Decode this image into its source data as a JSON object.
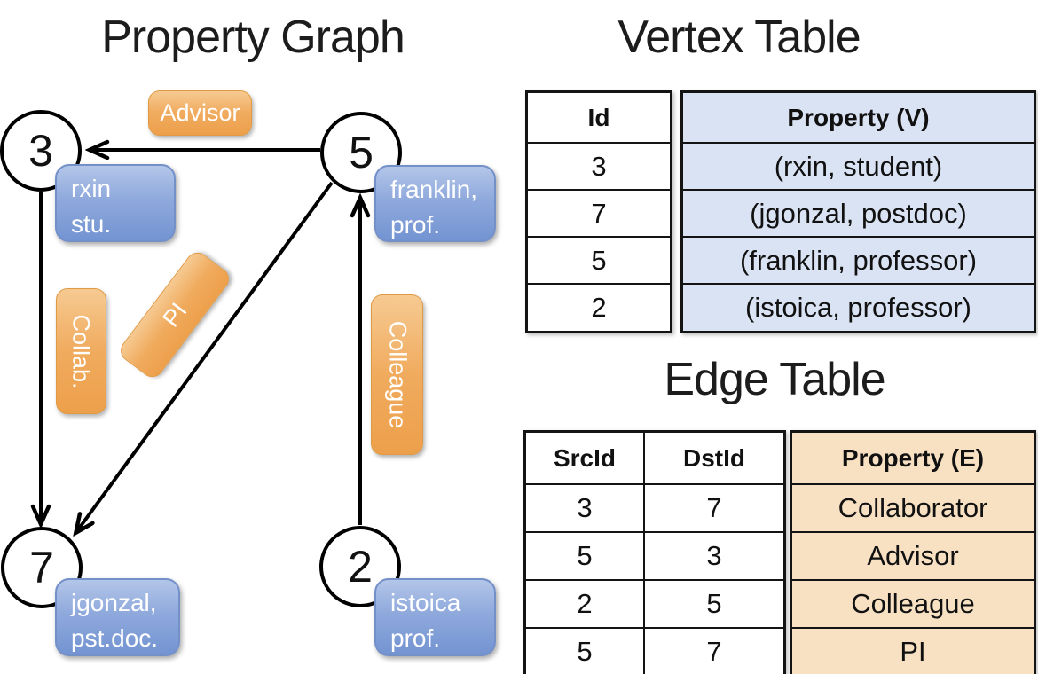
{
  "graph": {
    "title": "Property Graph",
    "nodes": [
      {
        "id": "3",
        "line1": "rxin",
        "line2": "stu."
      },
      {
        "id": "5",
        "line1": "franklin,",
        "line2": "prof."
      },
      {
        "id": "7",
        "line1": "jgonzal,",
        "line2": "pst.doc."
      },
      {
        "id": "2",
        "line1": "istoica",
        "line2": "prof."
      }
    ],
    "edges": [
      {
        "label": "Advisor",
        "from": "5",
        "to": "3"
      },
      {
        "label": "Collab.",
        "from": "3",
        "to": "7"
      },
      {
        "label": "PI",
        "from": "5",
        "to": "7"
      },
      {
        "label": "Colleague",
        "from": "2",
        "to": "5"
      }
    ]
  },
  "vertex_table": {
    "title": "Vertex Table",
    "columns": [
      "Id",
      "Property (V)"
    ],
    "rows": [
      {
        "id": "3",
        "property": "(rxin, student)"
      },
      {
        "id": "7",
        "property": "(jgonzal, postdoc)"
      },
      {
        "id": "5",
        "property": "(franklin, professor)"
      },
      {
        "id": "2",
        "property": "(istoica, professor)"
      }
    ]
  },
  "edge_table": {
    "title": "Edge Table",
    "columns": [
      "SrcId",
      "DstId",
      "Property (E)"
    ],
    "rows": [
      {
        "src": "3",
        "dst": "7",
        "property": "Collaborator"
      },
      {
        "src": "5",
        "dst": "3",
        "property": "Advisor"
      },
      {
        "src": "2",
        "dst": "5",
        "property": "Colleague"
      },
      {
        "src": "5",
        "dst": "7",
        "property": "PI"
      }
    ]
  },
  "colors": {
    "edge_label_orange": "#EFA85A",
    "vertex_label_blue": "#7E9ED6",
    "vertex_property_fill": "#DAE3F3",
    "edge_property_fill": "#F8E0C3",
    "line_black": "#000000"
  }
}
